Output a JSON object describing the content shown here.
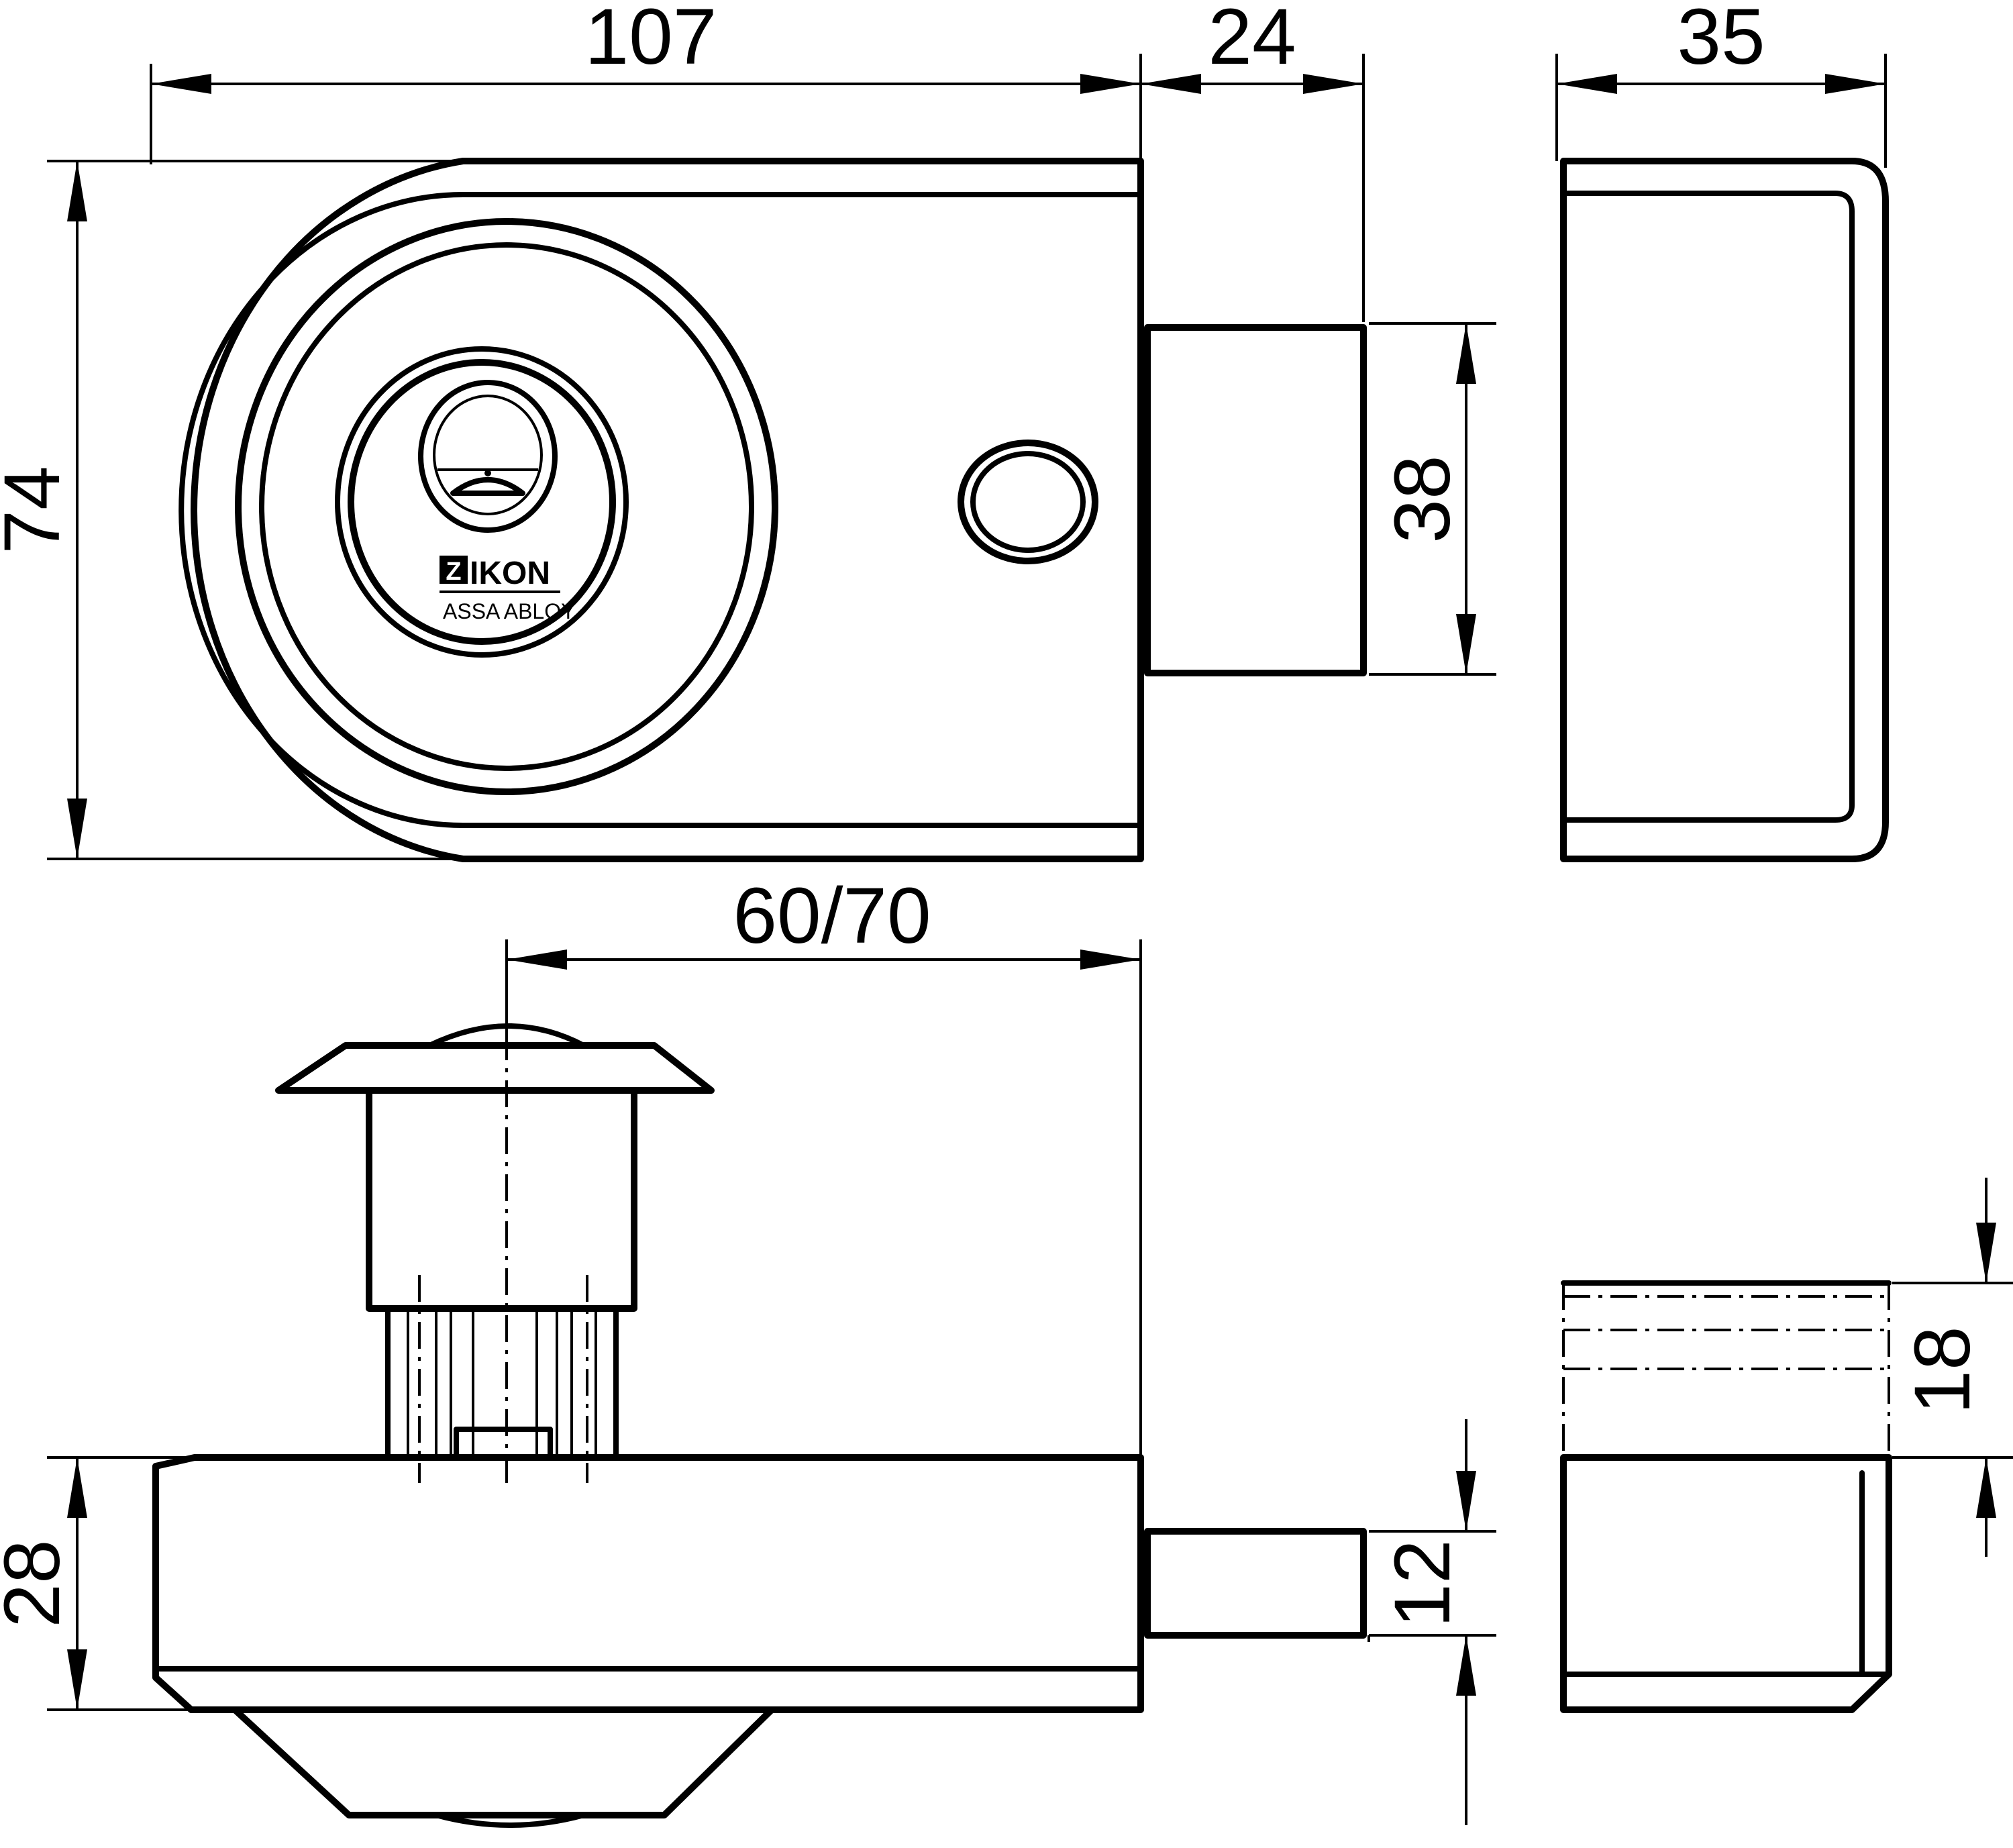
{
  "dimensions": {
    "width_107": "107",
    "bolt_24": "24",
    "keeper_35": "35",
    "height_74": "74",
    "bolt_38": "38",
    "backset": "60/70",
    "depth_28": "28",
    "bolt_12": "12",
    "keeper_18": "18"
  },
  "brand": {
    "logo_letter": "Z",
    "name": "IKON",
    "subtitle": "ASSA ABLOY"
  }
}
